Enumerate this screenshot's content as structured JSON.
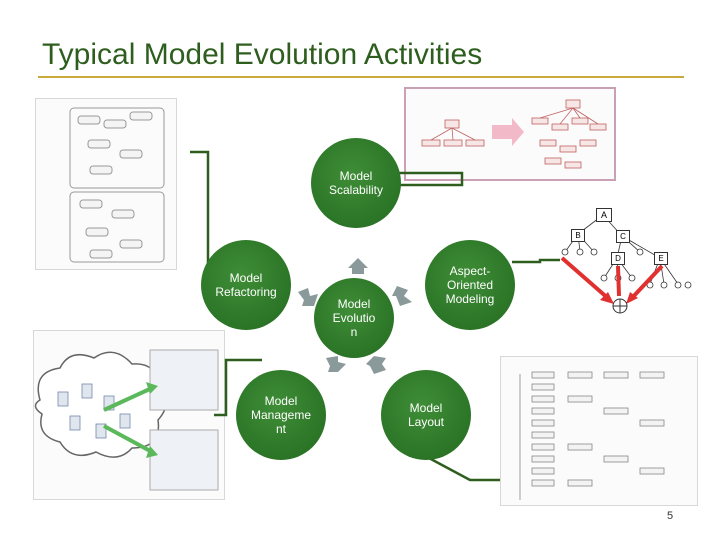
{
  "title": "Typical Model Evolution Activities",
  "center": "Model\nEvolutio\nn",
  "activities": [
    "Model\nScalability",
    "Model\nRefactoring",
    "Aspect-\nOriented\nModeling",
    "Model\nManageme\nnt",
    "Model\nLayout"
  ],
  "tree_labels": [
    "A",
    "B",
    "C",
    "D",
    "E"
  ],
  "page_number": "5",
  "colors": {
    "title": "#2e5e1e",
    "rule": "#c9a93c",
    "circle": "#2f7a2a",
    "arrow": "#8a9a9a",
    "connector": "#2e5e1e",
    "red_arrow": "#e03030",
    "green_arrow": "#5bb85b"
  }
}
